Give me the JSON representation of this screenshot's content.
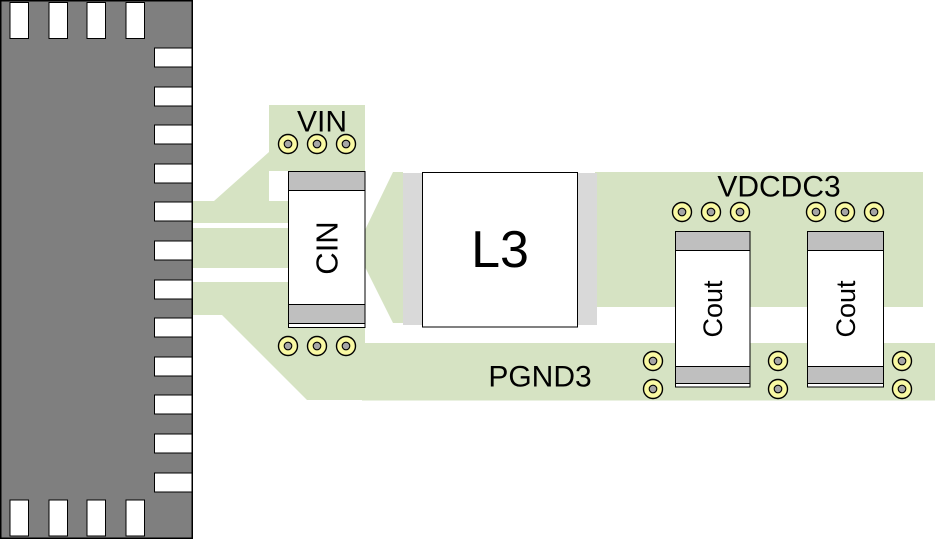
{
  "net_labels": {
    "vin": "VIN",
    "vdcdc3": "VDCDC3",
    "pgnd3": "PGND3"
  },
  "components": {
    "cin": {
      "label": "CIN"
    },
    "l3": {
      "label": "L3"
    },
    "cout1": {
      "label": "Cout"
    },
    "cout2": {
      "label": "Cout"
    }
  },
  "colors": {
    "board_background": "#ffffff",
    "copper_pour": "#d6e3c3",
    "chip_body": "#7f7f7f",
    "pad": "#ffffff",
    "capacitor_terminal": "#bfbfbf",
    "inductor_terminal": "#d9d9d9",
    "via_ring": "#f9f9a3",
    "via_center": "#a6a6a6",
    "outline": "#000000"
  }
}
